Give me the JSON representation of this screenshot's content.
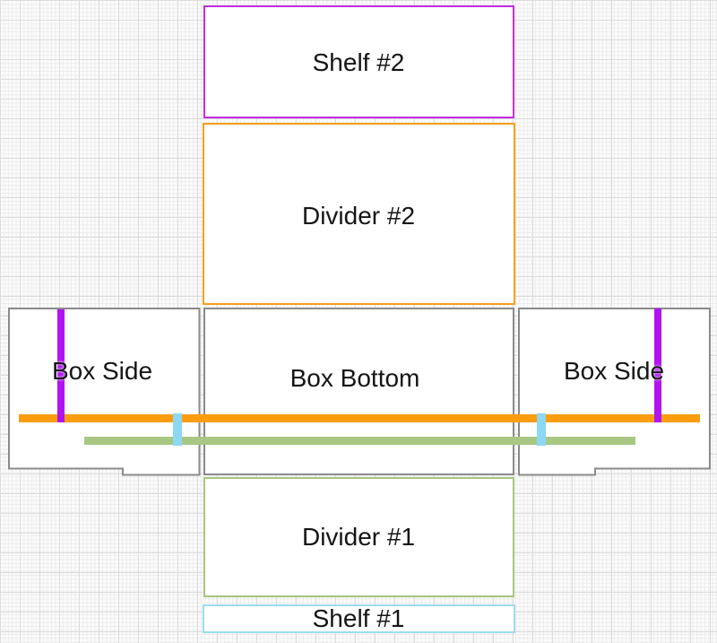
{
  "panels": {
    "shelf2": {
      "label": "Shelf #2",
      "border_color": "#c62be2"
    },
    "divider2": {
      "label": "Divider #2",
      "border_color": "#f6a01c"
    },
    "box_side_left": {
      "label": "Box Side",
      "border_color": "#8b8b8b"
    },
    "box_bottom": {
      "label": "Box Bottom",
      "border_color": "#8b8b8b"
    },
    "box_side_right": {
      "label": "Box Side",
      "border_color": "#8b8b8b"
    },
    "divider1": {
      "label": "Divider #1",
      "border_color": "#a5c77e"
    },
    "shelf1": {
      "label": "Shelf #1",
      "border_color": "#9bdcf2"
    }
  },
  "slot_lines": {
    "orange_horizontal": {
      "color": "#fb9d0d"
    },
    "green_horizontal": {
      "color": "#a7c783"
    },
    "purple_vertical_left": {
      "color": "#b113f0"
    },
    "purple_vertical_right": {
      "color": "#b113f0"
    },
    "cyan_vertical_left": {
      "color": "#8dd8f3"
    },
    "cyan_vertical_right": {
      "color": "#8dd8f3"
    }
  },
  "background": {
    "grid_minor_color": "#ececec",
    "grid_major_color": "#dcdcdc",
    "paper_color": "#fcfcfc"
  }
}
